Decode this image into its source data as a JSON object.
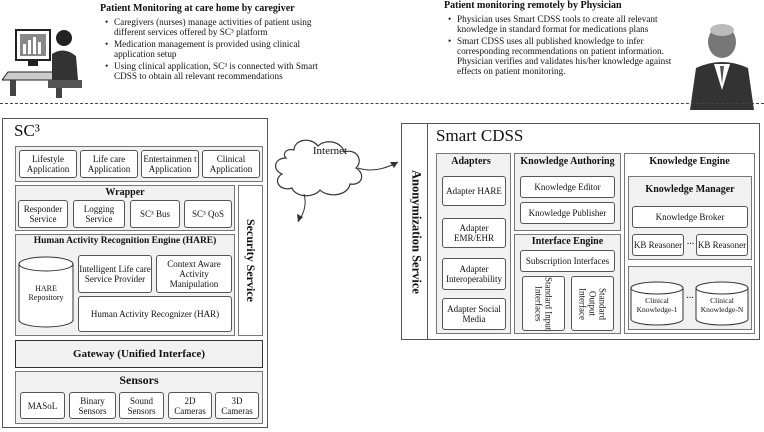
{
  "caregiver_section": {
    "title": "Patient Monitoring at care home by caregiver",
    "bullets": [
      "Caregivers (nurses) manage activities of patient using different services offered by SC³ platform",
      "Medication management is provided using clinical application setup",
      "Using clinical application, SC³ is connected with Smart CDSS to obtain all relevant recommendations"
    ]
  },
  "physician_section": {
    "title": "Patient monitoring remotely by Physician",
    "bullets": [
      "Physician uses Smart CDSS tools to create all relevant knowledge in standard format for medications plans",
      "Smart CDSS uses all published knowledge to infer corresponding recommendations on patient information. Physician verifies and validates his/her knowledge against effects on patient monitoring."
    ]
  },
  "sc3": {
    "title": "SC³",
    "apps": [
      "Lifestyle Application",
      "Life care Application",
      "Entertainmen t Application",
      "Clinical Application"
    ],
    "wrapper": {
      "title": "Wrapper",
      "items": [
        "Responder Service",
        "Logging Service",
        "SC³ Bus",
        "SC³ QoS"
      ]
    },
    "hare": {
      "title": "Human Activity Recognition Engine (HARE)",
      "repository": "HARE Repository",
      "life_care": "Intelligent Life care Service Provider",
      "context": "Context Aware Activity Manipulation",
      "har": "Human Activity Recognizer (HAR)"
    },
    "security": "Security Service",
    "gateway": "Gateway (Unified Interface)",
    "sensors": {
      "title": "Sensors",
      "items": [
        "MASoL",
        "Binary Sensors",
        "Sound Sensors",
        "2D Cameras",
        "3D Cameras"
      ]
    }
  },
  "internet": "Internet",
  "anonymization": "Anonymization Service",
  "cdss": {
    "title": "Smart CDSS",
    "adapters": {
      "title": "Adapters",
      "items": [
        "Adapter HARE",
        "Adapter EMR/EHR",
        "Adapter Interoperability",
        "Adapter Social Media"
      ]
    },
    "authoring": {
      "title": "Knowledge Authoring",
      "items": [
        "Knowledge Editor",
        "Knowledge Publisher"
      ]
    },
    "interface_engine": {
      "title": "Interface Engine",
      "subscription": "Subscription Interfaces",
      "input": "Standard Input Interfaces",
      "output": "Standard Output Interface"
    },
    "knowledge_engine": {
      "title": "Knowledge Engine",
      "manager": "Knowledge Manager",
      "broker": "Knowledge Broker",
      "reasoner1": "KB Reasoner",
      "reasoner2": "KB Reasoner",
      "ellipsis": "...",
      "kb1": "Clinical Knowledge-1",
      "kbn": "Clinical Knowledge-N",
      "kb_ellipsis": "..."
    }
  }
}
